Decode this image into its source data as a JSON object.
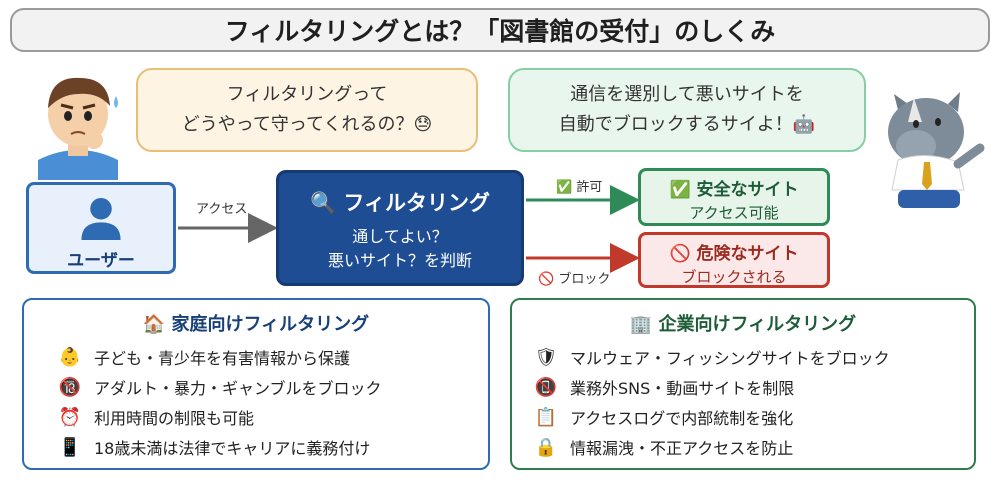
{
  "title": "フィルタリングとは？「図書館の受付」のしくみ",
  "bubble_left": {
    "line1": "フィルタリングって",
    "line2": "どうやって守ってくれるの？😓"
  },
  "bubble_right": {
    "line1": "通信を選別して悪いサイトを",
    "line2": "自動でブロックするサイよ！🤖"
  },
  "user": {
    "label": "ユーザー",
    "icon": "person-icon"
  },
  "access_label": "アクセス",
  "filter": {
    "title": "🔍 フィルタリング",
    "q1": "通してよい？",
    "q2": "悪いサイト？を判断"
  },
  "allow_label": "✅ 許可",
  "block_label": "🚫 ブロック",
  "safe": {
    "title": "✅ 安全なサイト",
    "sub": "アクセス可能"
  },
  "danger": {
    "title": "🚫 危険なサイト",
    "sub": "ブロックされる"
  },
  "home_panel": {
    "title": "🏠 家庭向けフィルタリング",
    "items": [
      {
        "icon": "👶",
        "text": "子ども・青少年を有害情報から保護"
      },
      {
        "icon": "🔞",
        "text": "アダルト・暴力・ギャンブルをブロック"
      },
      {
        "icon": "⏰",
        "text": "利用時間の制限も可能"
      },
      {
        "icon": "📱",
        "text": "18歳未満は法律でキャリアに義務付け"
      }
    ]
  },
  "biz_panel": {
    "title": "🏢 企業向けフィルタリング",
    "items": [
      {
        "icon": "🛡",
        "text": "マルウェア・フィッシングサイトをブロック"
      },
      {
        "icon": "📵",
        "text": "業務外SNS・動画サイトを制限"
      },
      {
        "icon": "📋",
        "text": "アクセスログで内部統制を強化"
      },
      {
        "icon": "🔒",
        "text": "情報漏洩・不正アクセスを防止"
      }
    ]
  },
  "colors": {
    "blue": "#2f6bb3",
    "navy": "#1f4d93",
    "green": "#2e8b57",
    "red": "#c0392b"
  }
}
